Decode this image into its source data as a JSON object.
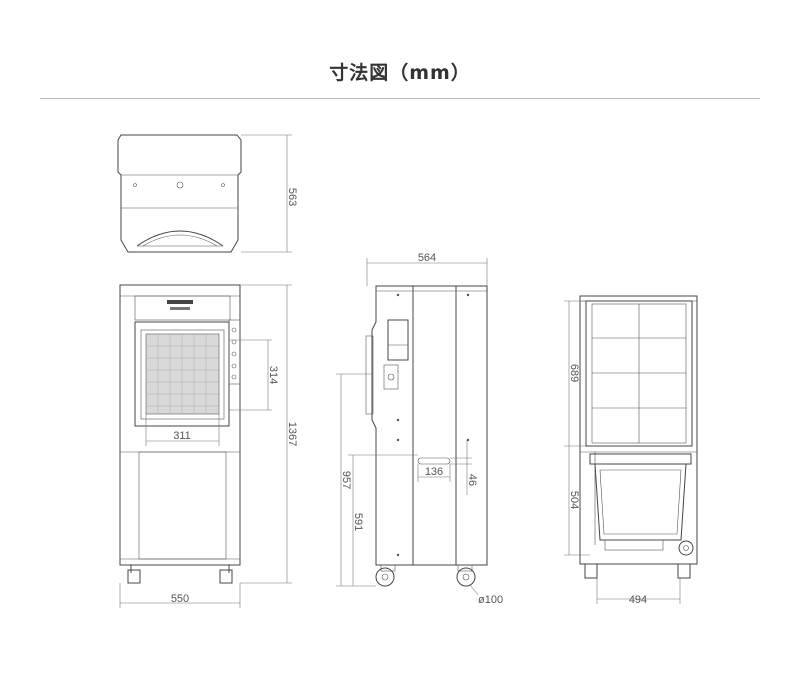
{
  "title": "寸法図（mm）",
  "dimensions": {
    "top_depth": "563",
    "front_width": "550",
    "front_height": "1367",
    "grille_height": "314",
    "grille_width": "311",
    "side_width": "564",
    "side_total_height": "957",
    "side_lower_height": "591",
    "handle_width": "136",
    "handle_height": "46",
    "wheel_diameter": "ø100",
    "back_upper_height": "689",
    "back_lower_height": "504",
    "back_width": "494"
  }
}
